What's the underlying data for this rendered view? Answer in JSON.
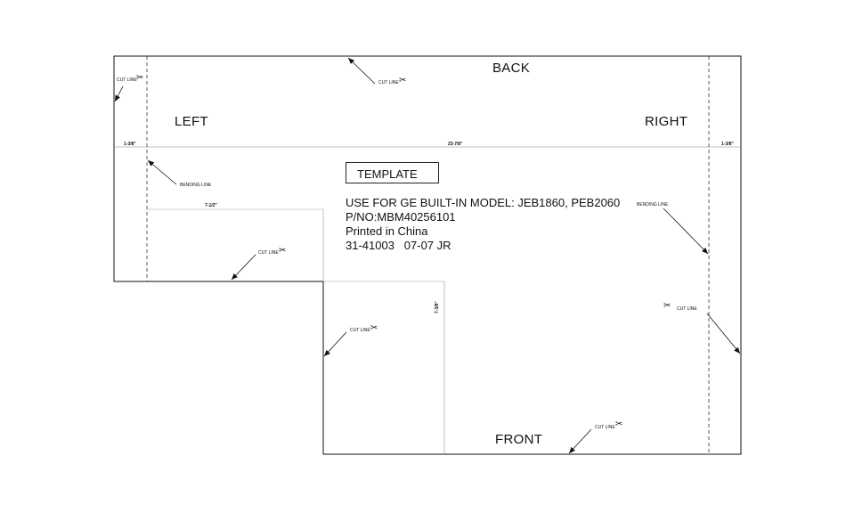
{
  "panels": {
    "back": "BACK",
    "left": "LEFT",
    "right": "RIGHT",
    "front": "FRONT"
  },
  "template_box": {
    "label": "TEMPLATE"
  },
  "info": {
    "model_line": "USE FOR GE BUILT-IN MODEL: JEB1860, PEB2060",
    "part_number": "P/NO:MBM40256101",
    "origin": "Printed in China",
    "code": "31-41003   07-07 JR"
  },
  "dimensions": {
    "left_flap": "1-3/8\"",
    "overall_width": "23-7/8\"",
    "right_flap": "1-3/8\"",
    "left_inset": "7-1/2\"",
    "front_depth": "7-3/8\""
  },
  "callouts": {
    "cut_line": "CUT LINE",
    "bending_line": "BENDING LINE"
  },
  "icons": {
    "scissors": "scissors-icon"
  }
}
